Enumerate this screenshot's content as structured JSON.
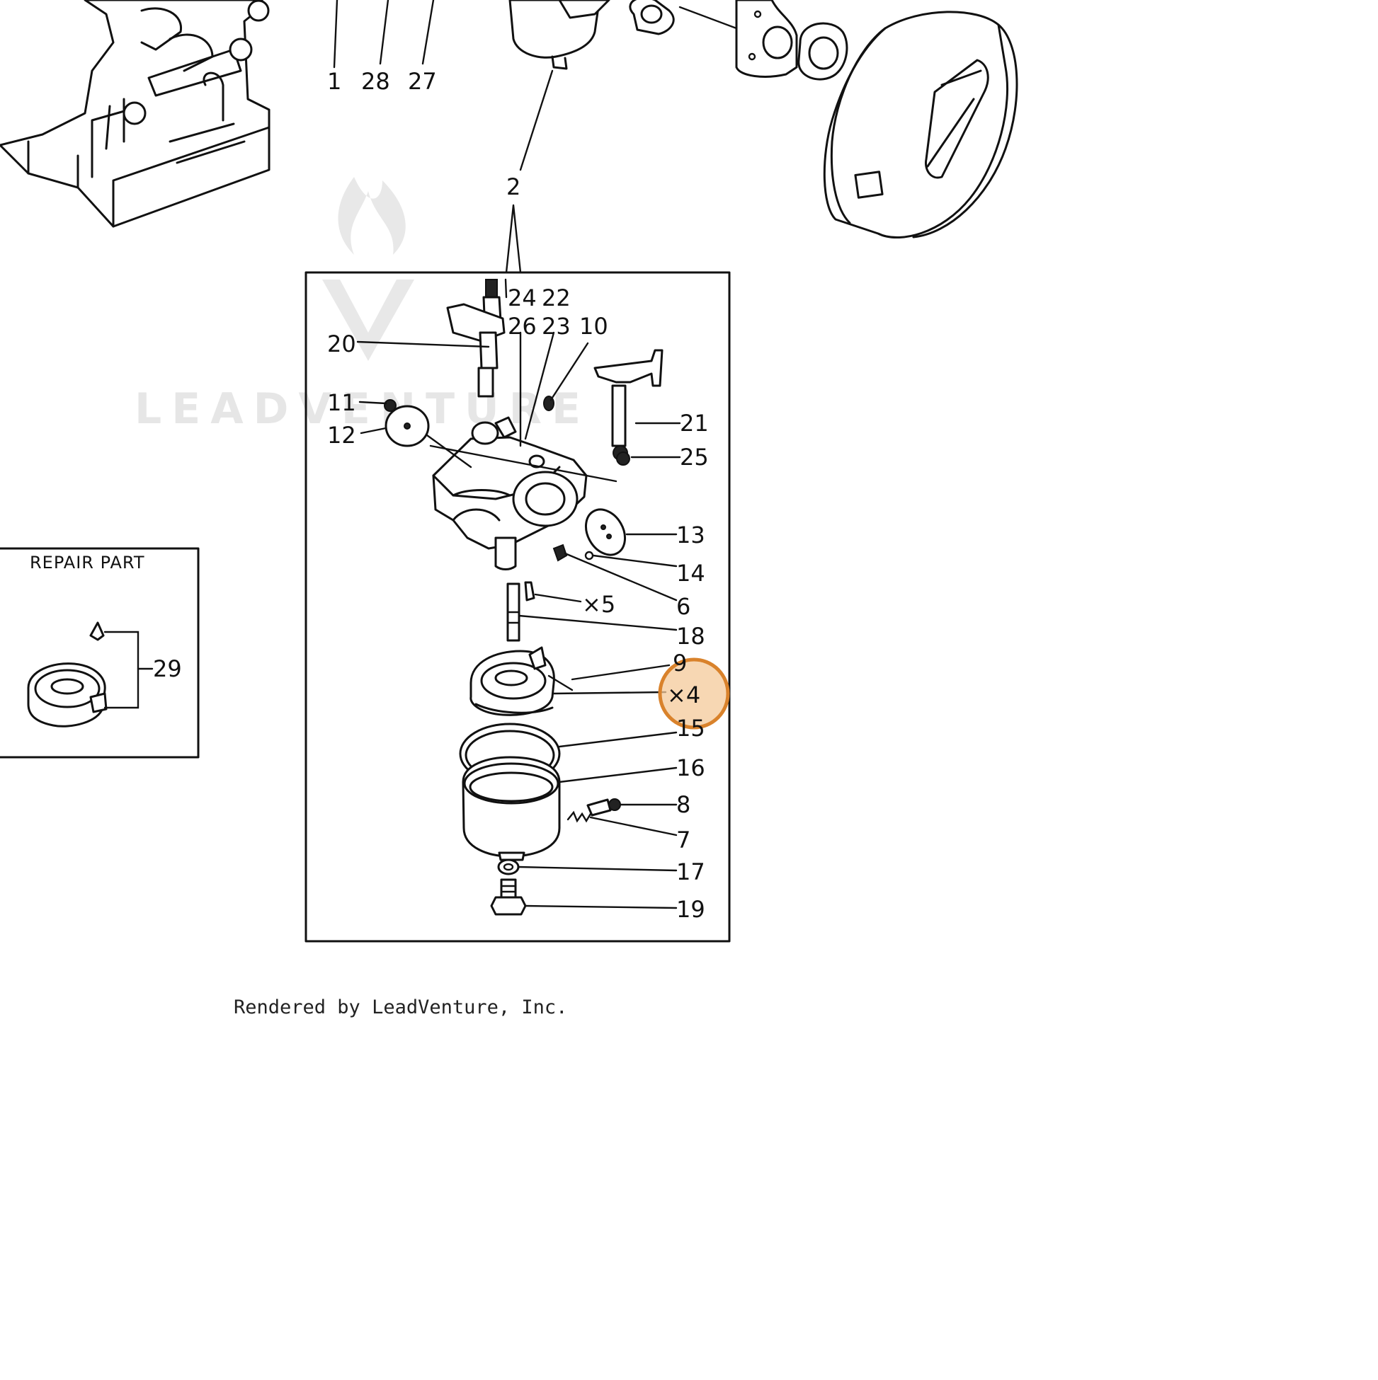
{
  "watermark": {
    "text": "LEADVENTURE"
  },
  "repair_box": {
    "title": "REPAIR PART",
    "callout": "29"
  },
  "top_callouts": [
    "1",
    "28",
    "27"
  ],
  "assembly_callout": "2",
  "callouts": {
    "c24": "24",
    "c22": "22",
    "c26": "26",
    "c23": "23",
    "c10": "10",
    "c20": "20",
    "c11": "11",
    "c12": "12",
    "c21": "21",
    "c25": "25",
    "c13": "13",
    "c14": "14",
    "c5": "×5",
    "c6": "6",
    "c18": "18",
    "c9": "9",
    "c4": "×4",
    "c15": "15",
    "c16": "16",
    "c8": "8",
    "c7": "7",
    "c17": "17",
    "c19": "19"
  },
  "highlight": {
    "callout": "×4",
    "color": "#d9822b",
    "fill": "#f4c99a"
  },
  "footer": {
    "text": "Rendered by LeadVenture, Inc."
  }
}
